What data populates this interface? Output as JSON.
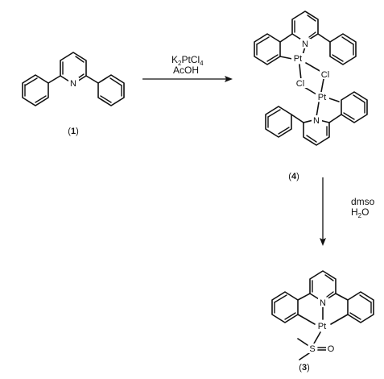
{
  "compounds": {
    "c1": {
      "open": "(",
      "num": "1",
      "close": ")"
    },
    "c4": {
      "open": "(",
      "num": "4",
      "close": ")"
    },
    "c3": {
      "open": "(",
      "num": "3",
      "close": ")"
    }
  },
  "reaction1": {
    "reagent_line1": "K",
    "reagent_line1_sub1": "2",
    "reagent_line1_mid": "PtCl",
    "reagent_line1_sub2": "4",
    "reagent_line2": "AcOH"
  },
  "reaction2": {
    "reagent_line1": "dmso",
    "reagent_line2_a": "H",
    "reagent_line2_sub": "2",
    "reagent_line2_b": "O"
  },
  "atoms": {
    "N": "N",
    "Pt": "Pt",
    "Cl": "Cl",
    "S": "S",
    "O": "O"
  }
}
